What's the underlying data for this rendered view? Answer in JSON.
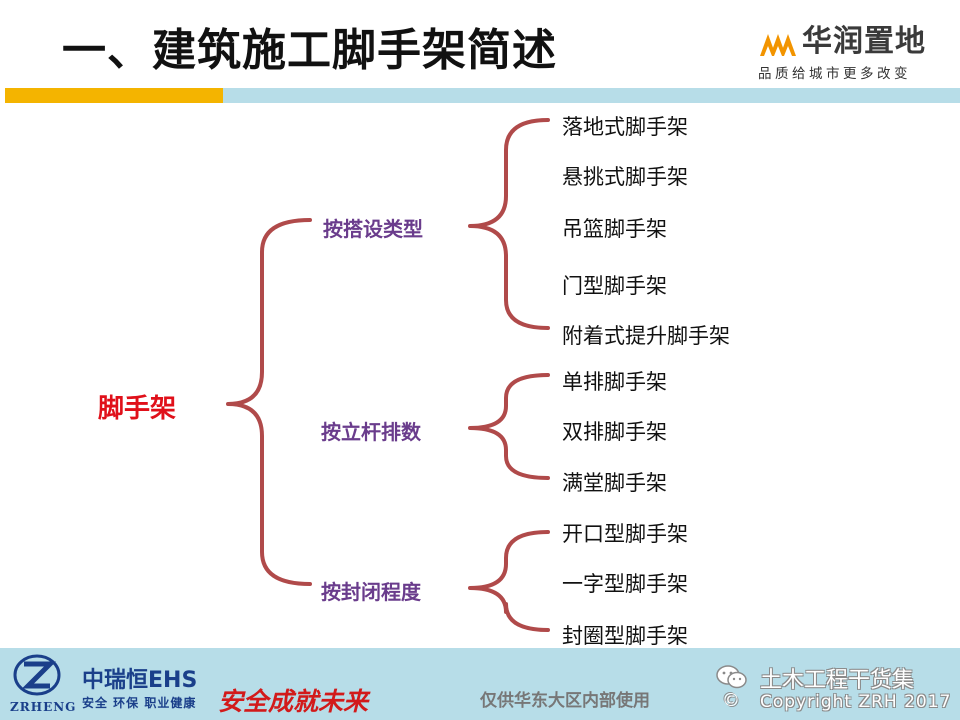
{
  "slide": {
    "title": "一、建筑施工脚手架简述"
  },
  "logo": {
    "name": "华润置地",
    "slogan": "品质给城市更多改变",
    "icon": "cr-land-logo-mark",
    "colors": {
      "orange": "#f29400",
      "text": "#3a3a3a"
    }
  },
  "header_bar": {
    "accent_color": "#f4b400",
    "band_color": "#b7dde8"
  },
  "tree": {
    "root": "脚手架",
    "bracket_color": "#b04a4a",
    "categories": [
      {
        "label": "按搭设类型",
        "items": [
          "落地式脚手架",
          "悬挑式脚手架",
          "吊篮脚手架",
          "门型脚手架",
          "附着式提升脚手架"
        ]
      },
      {
        "label": "按立杆排数",
        "items": [
          "单排脚手架",
          "双排脚手架",
          "满堂脚手架"
        ]
      },
      {
        "label": "按封闭程度",
        "items": [
          "开口型脚手架",
          "一字型脚手架",
          "封圈型脚手架"
        ]
      }
    ]
  },
  "footer": {
    "zr_logo_text": "ZRHENG",
    "ehs_name": "中瑞恒EHS",
    "ehs_sub": "安全  环保  职业健康",
    "motto": "安全成就未来",
    "internal_note": "仅供华东大区内部使用",
    "wechat_icon": "wechat-icon",
    "account": "土木工程干货集",
    "copyright_symbol": "©",
    "copyright": "Copyright  ZRH  2017"
  }
}
